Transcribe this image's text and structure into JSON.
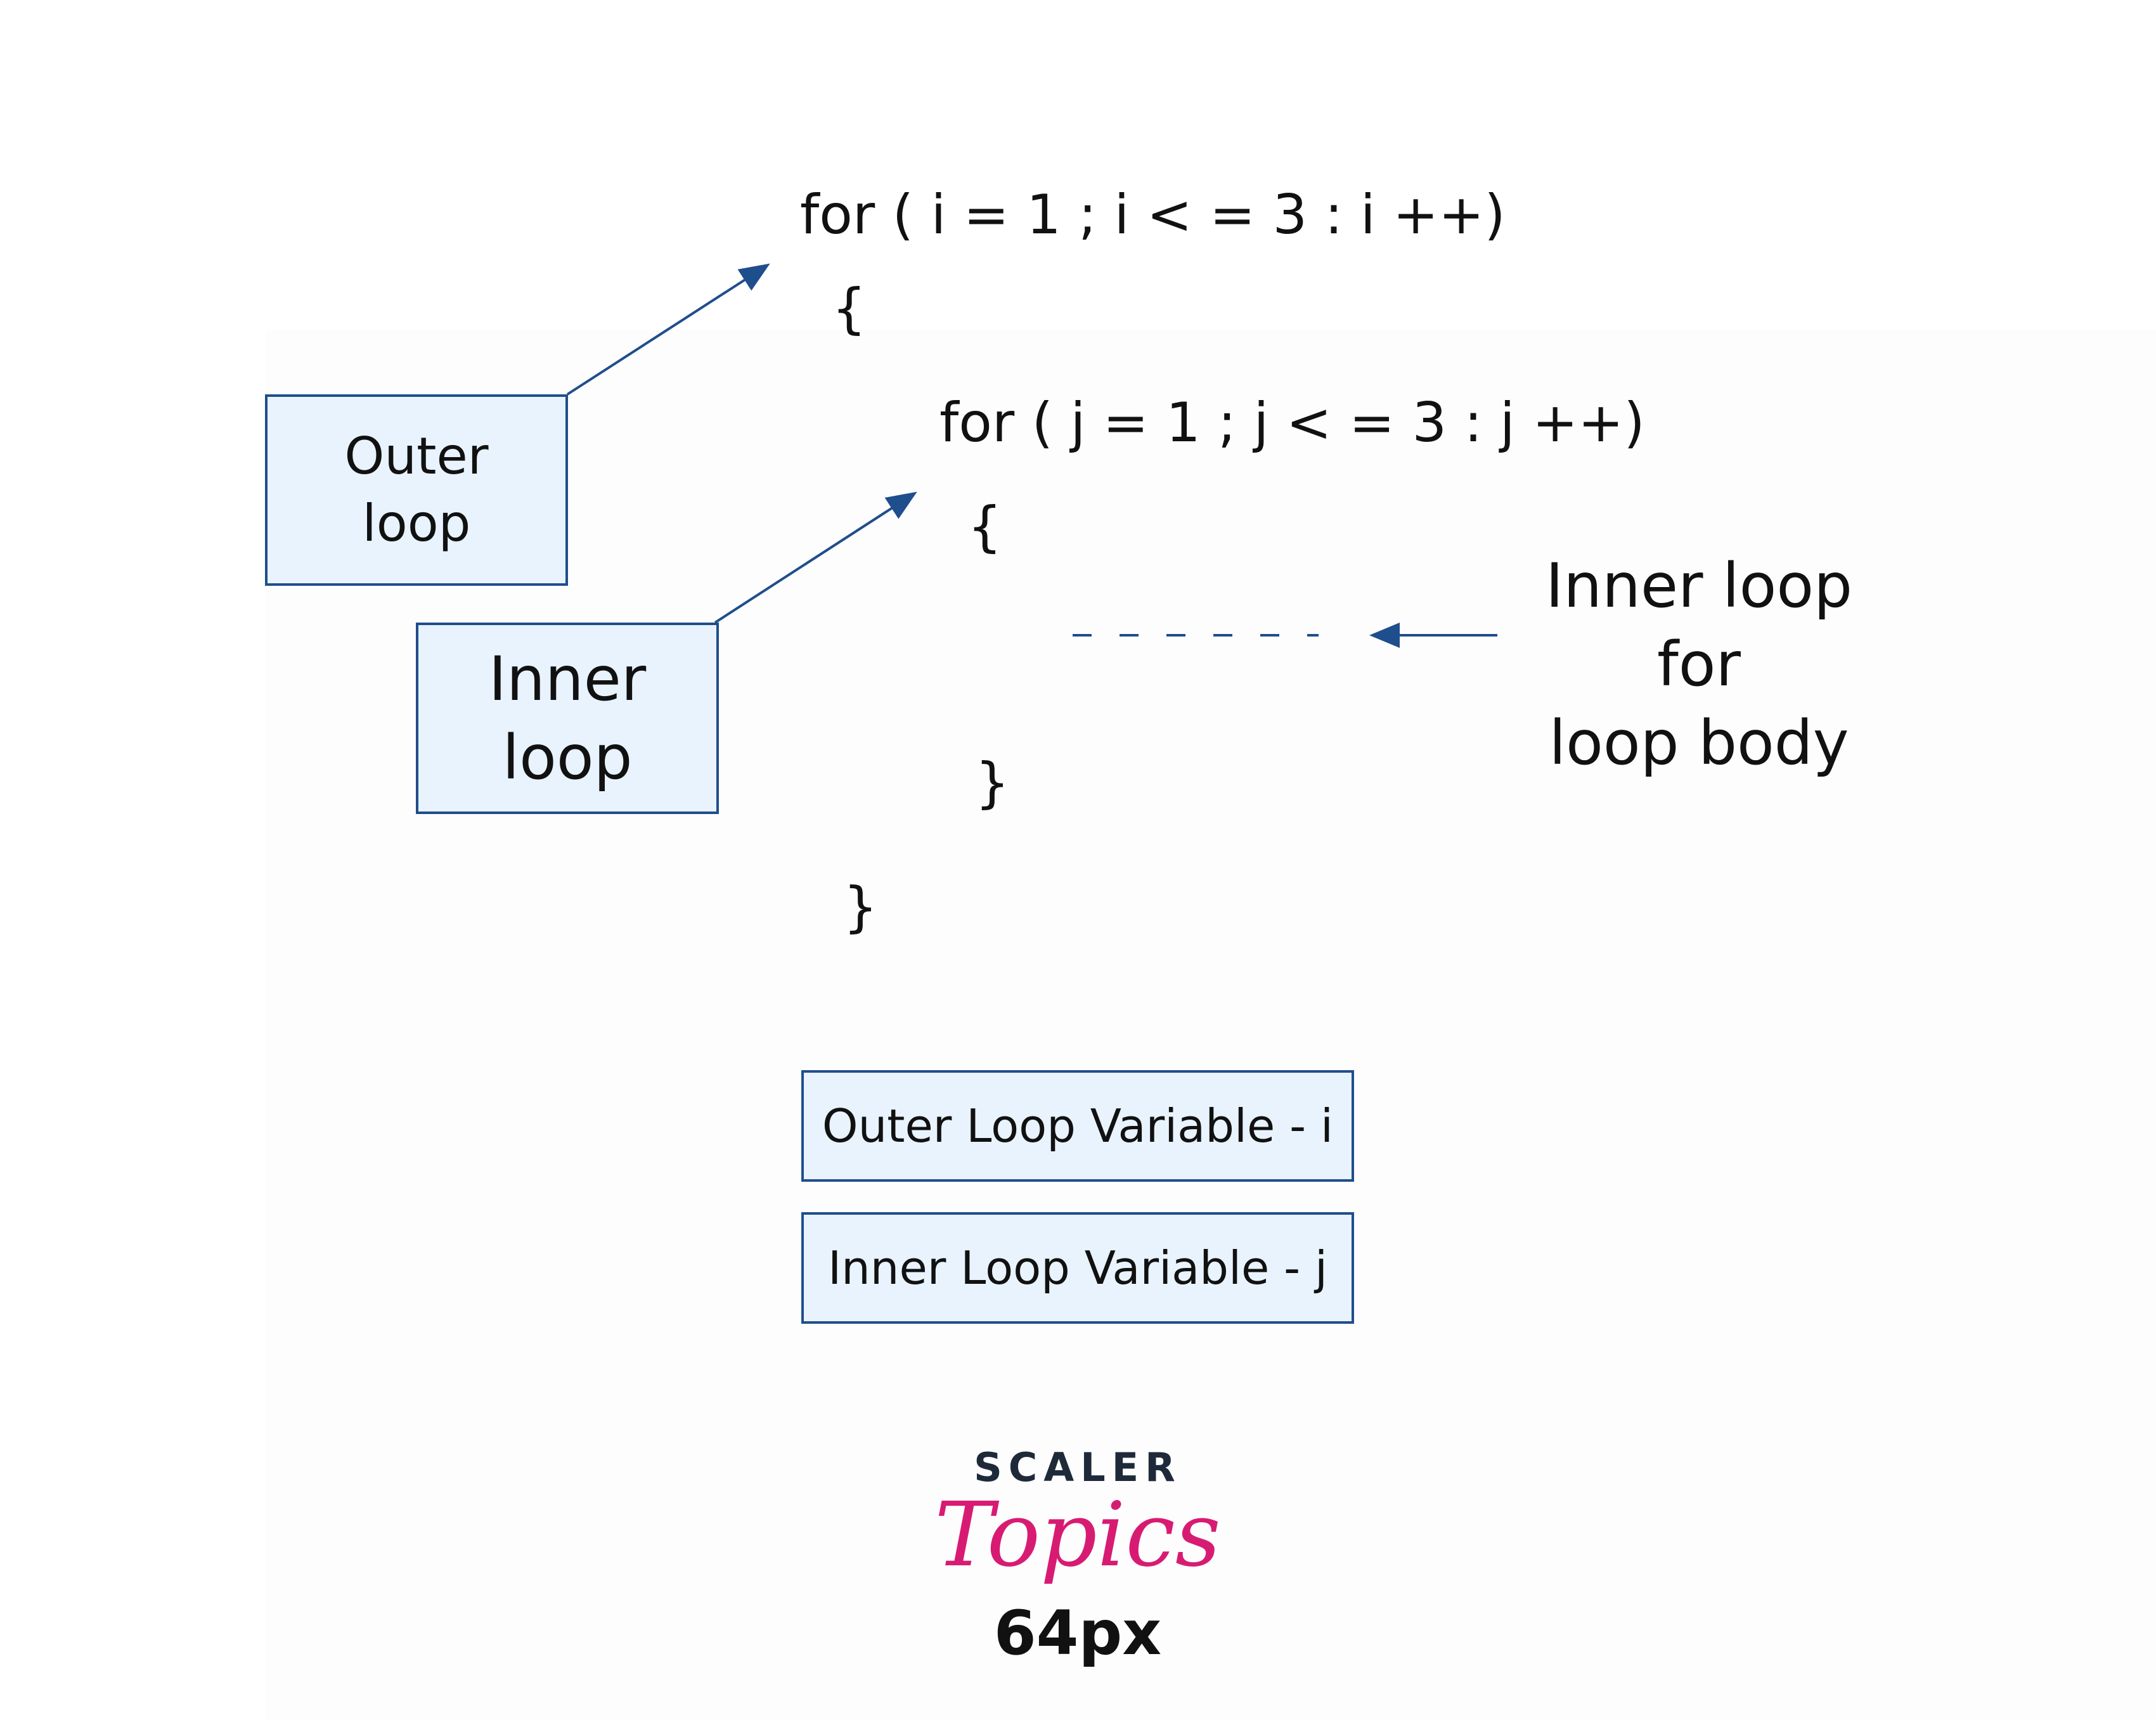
{
  "code": {
    "outer_for": "for ( i = 1 ; i < = 3 : i ++)",
    "outer_open": "{",
    "inner_for": "for ( j = 1 ; j < = 3 : j ++)",
    "inner_open": "{",
    "inner_close": "}",
    "outer_close": "}"
  },
  "labels": {
    "outer_loop_line1": "Outer",
    "outer_loop_line2": "loop",
    "inner_loop_line1": "Inner",
    "inner_loop_line2": "loop",
    "body_line1": "Inner loop for",
    "body_line2": "loop body"
  },
  "legend": {
    "outer_variable": "Outer Loop Variable - i",
    "inner_variable": "Inner Loop Variable - j"
  },
  "branding": {
    "wordmark": "SCALER",
    "script": "Topics",
    "size_label": "64px"
  },
  "colors": {
    "box_fill": "#e8f3fd",
    "box_border": "#1f4e8c",
    "arrow": "#1f4e8c",
    "brand_pink": "#d81b72",
    "brand_navy": "#1e2a3a"
  }
}
